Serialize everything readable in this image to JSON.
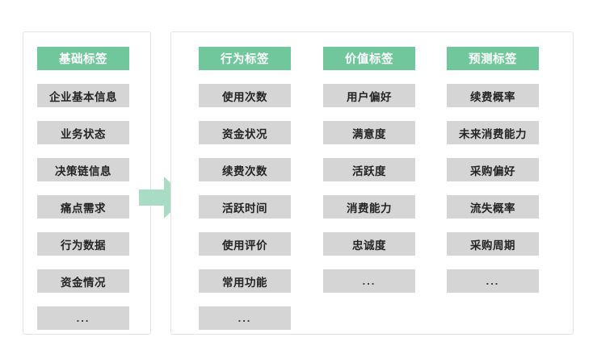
{
  "diagram": {
    "type": "flow",
    "direction": "left-to-right",
    "background_color": "#ffffff",
    "header_color": "#6fc79b",
    "chip_color": "#d5d5d5",
    "arrow_color": "#a8ddc4",
    "panel_border_color": "#e3e3e3",
    "arrow": {
      "name": "flow-arrow",
      "from": "基础标签",
      "to": "行为标签 / 价值标签 / 预测标签"
    },
    "source_panel": {
      "columns": [
        {
          "header": "基础标签",
          "items": [
            "企业基本信息",
            "业务状态",
            "决策链信息",
            "痛点需求",
            "行为数据",
            "资金情况",
            "..."
          ]
        }
      ]
    },
    "target_panel": {
      "columns": [
        {
          "header": "行为标签",
          "items": [
            "使用次数",
            "资金状况",
            "续费次数",
            "活跃时间",
            "使用评价",
            "常用功能",
            "..."
          ]
        },
        {
          "header": "价值标签",
          "items": [
            "用户偏好",
            "满意度",
            "活跃度",
            "消费能力",
            "忠诚度",
            "..."
          ]
        },
        {
          "header": "预测标签",
          "items": [
            "续费概率",
            "未来消费能力",
            "采购偏好",
            "流失概率",
            "采购周期",
            "..."
          ]
        }
      ]
    }
  }
}
